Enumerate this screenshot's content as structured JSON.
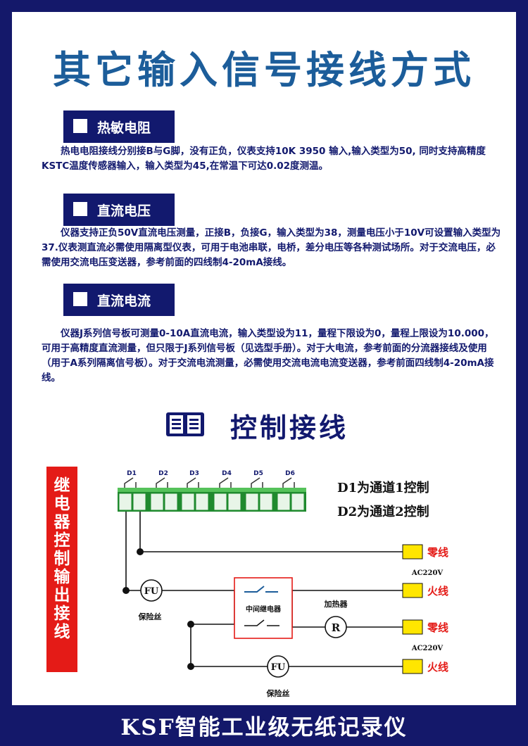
{
  "title": "其它输入信号接线方式",
  "sections": [
    {
      "header": "热敏电阻",
      "text": "热电电阻接线分别接B与G脚，没有正负，仪表支持10K 3950 输入,输入类型为50, 同时支持高精度KSTC温度传感器输入，输入类型为45,在常温下可达0.02度测温。"
    },
    {
      "header": "直流电压",
      "text": "仪器支持正负50V直流电压测量，正接B，负接G，输入类型为38，测量电压小于10V可设置输入类型为37.仪表测直流必需使用隔离型仪表，可用于电池串联，电桥，差分电压等各种测试场所。对于交流电压，必需使用交流电压变送器，参考前面的四线制4-20mA接线。"
    },
    {
      "header": "直流电流",
      "text": "仪器J系列信号板可测量0-10A直流电流，输入类型设为11，量程下限设为0，量程上限设为10.000，可用于高精度直流测量，但只限于J系列信号板（见选型手册）。对于大电流，参考前面的分流器接线及使用（用于A系列隔离信号板）。对于交流电流测量，必需使用交流电流电流变送器，参考前面四线制4-20mA接线。"
    }
  ],
  "control": {
    "title": "控制接线",
    "icon": "book-icon",
    "banner": "继电器控制输出接线",
    "channels": [
      "D1",
      "D2",
      "D3",
      "D4",
      "D5",
      "D6"
    ],
    "note1": "D1为通道1控制",
    "note2": "D2为通道2控制",
    "neutral": "零线",
    "live": "火线",
    "ac": "AC220V",
    "fuse": "FU",
    "fuse_label": "保险丝",
    "relay_label": "中间继电器",
    "heater_label": "加热器",
    "resistor": "R"
  },
  "footer": "KSF智能工业级无纸记录仪",
  "colors": {
    "navy": "#12196e",
    "title_blue": "#1c5d9a",
    "red": "#e41b17",
    "terminal_green": "#1f8a2e",
    "terminal_yellow": "#ffe600"
  }
}
